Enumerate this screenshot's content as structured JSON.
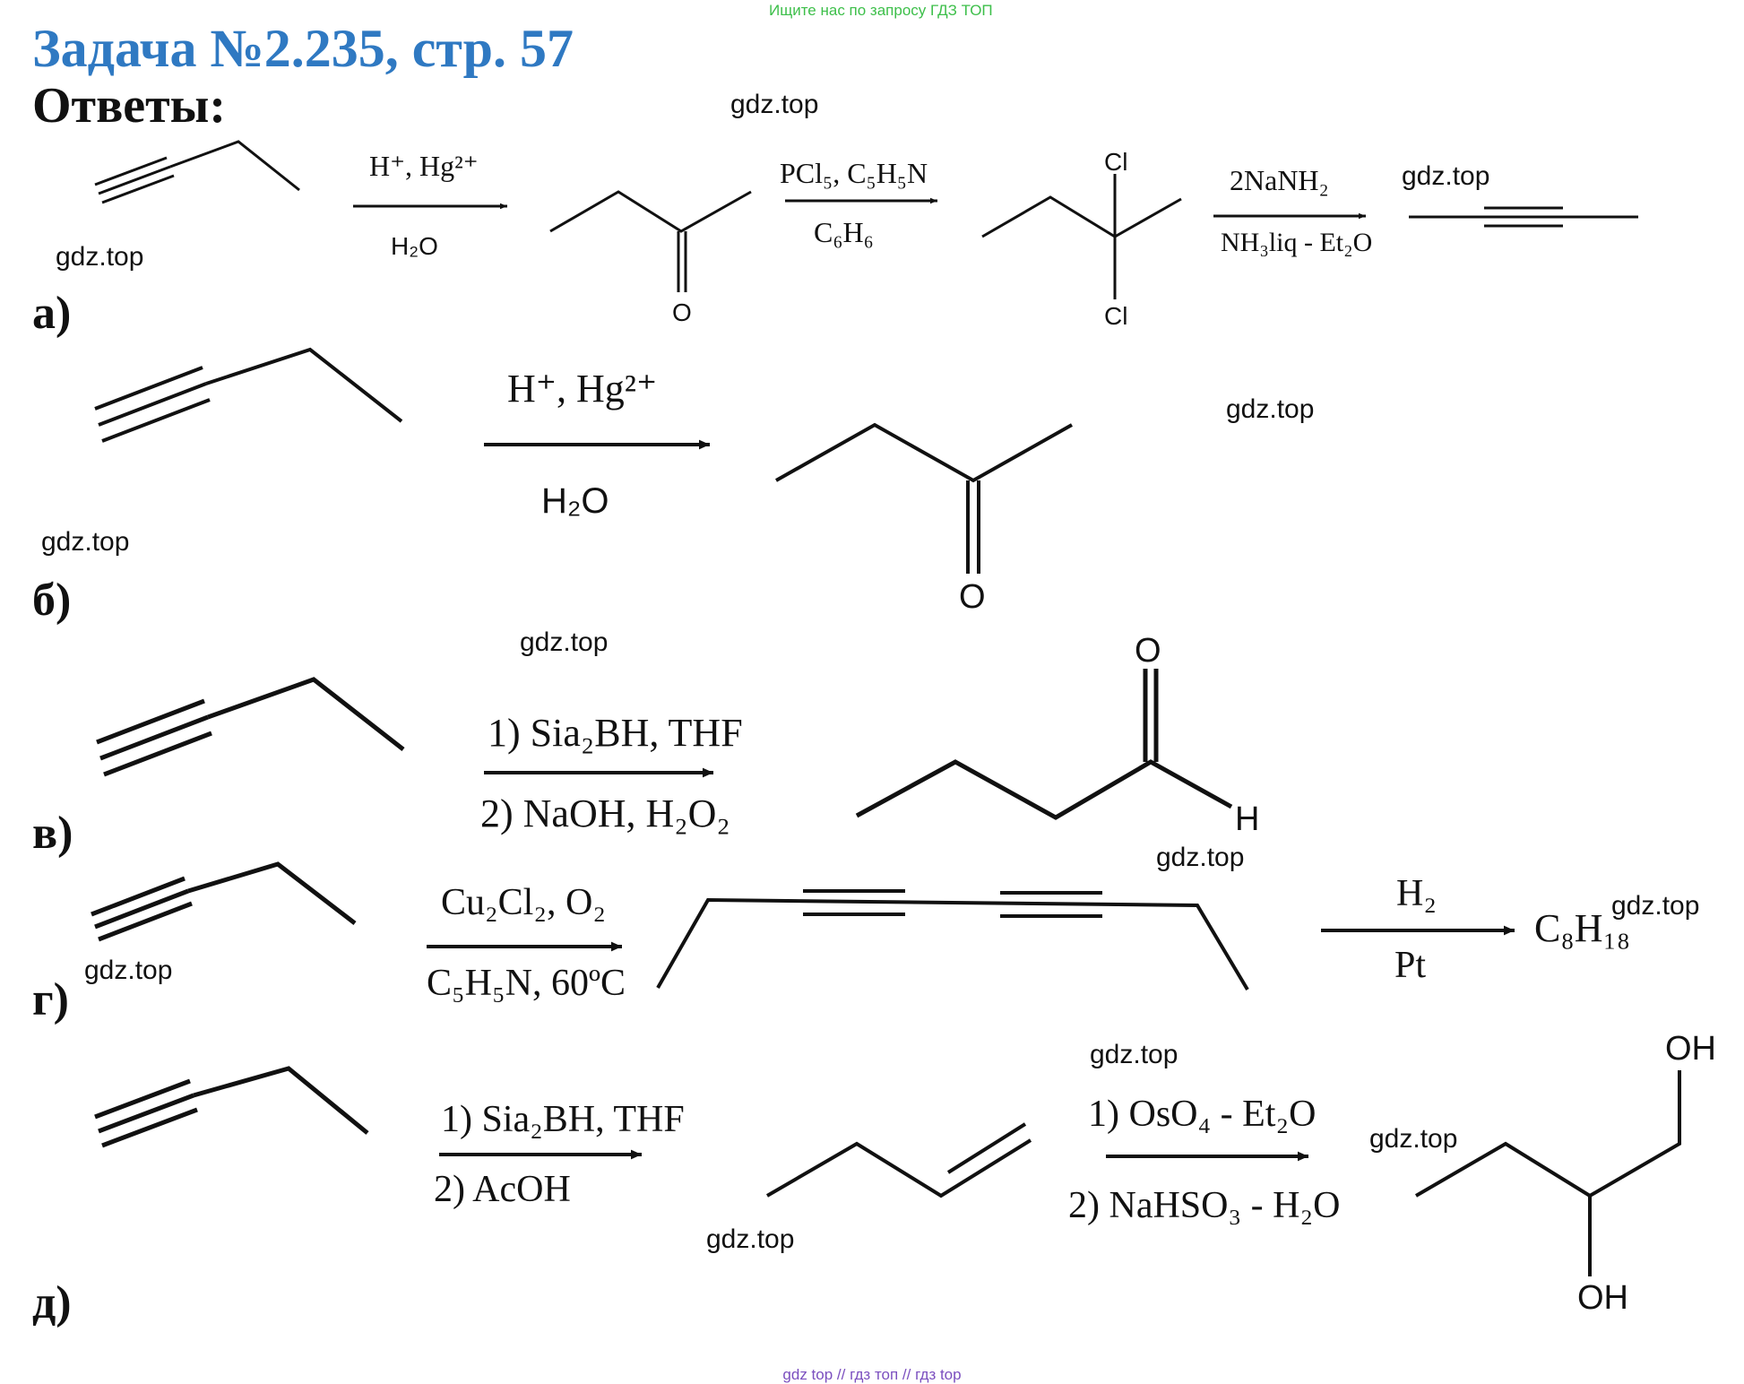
{
  "ad_text": "Ищите нас по запросу ГДЗ ТОП",
  "title": "Задача №2.235, стр. 57",
  "answers_label": "Ответы:",
  "watermark": "gdz.top",
  "footer": "gdz top  //  гдз топ  //  гдз top",
  "parts": {
    "a": "а)",
    "b": "б)",
    "v": "в)",
    "g": "г)",
    "d": "д)"
  },
  "atoms": {
    "O": "O",
    "Cl": "Cl",
    "H": "H",
    "OH": "OH"
  },
  "reagents": {
    "a1_above": "H⁺, Hg²⁺",
    "a1_below": "H₂O",
    "a2_above": "PCl₅, C₅H₅N",
    "a2_below": "C₆H₆",
    "a3_above": "2NaNH₂",
    "a3_below": "NH₃liq - Et₂O",
    "b_above": "H⁺, Hg²⁺",
    "b_below": "H₂O",
    "v_above": "1) Sia₂BH, THF",
    "v_below": "2) NaOH, H₂O₂",
    "g1_above": "Cu₂Cl₂, O₂",
    "g1_below": "C₅H₅N, 60ºC",
    "g2_above": "H₂",
    "g2_below": "Pt",
    "g_product": "C₈H₁₈",
    "d1_above": "1) Sia₂BH, THF",
    "d1_below": "2) AcOH",
    "d2_above": "1) OsO₄ - Et₂O",
    "d2_below": "2) NaHSO₃ - H₂O"
  }
}
